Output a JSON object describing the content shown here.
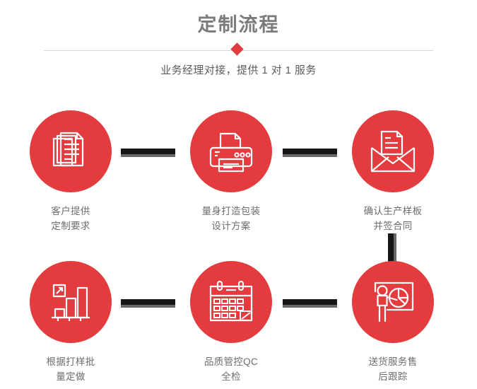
{
  "header": {
    "title": "定制流程",
    "subtitle": "业务经理对接，提供 1 对 1 服务",
    "accent_color": "#e33b3e",
    "title_color": "#7b7b7b",
    "divider_color": "#d8d8d8",
    "diamond_icon": "diamond-marker"
  },
  "flow": {
    "connector_color": "#161616",
    "connector_shadow_color": "#676767",
    "circle_color": "#e33b3e",
    "label_color": "#6d6d6d",
    "steps": [
      {
        "id": "step-1",
        "icon": "documents-icon",
        "label": "客户提供\n定制要求"
      },
      {
        "id": "step-2",
        "icon": "printer-icon",
        "label": "量身打造包装\n设计方案"
      },
      {
        "id": "step-3",
        "icon": "envelope-mail-icon",
        "label": "确认生产样板\n并签合同"
      },
      {
        "id": "step-4",
        "icon": "bar-chart-growth-icon",
        "label": "根据打样批\n量定做"
      },
      {
        "id": "step-5",
        "icon": "calendar-icon",
        "label": "品质管控QC\n全检"
      },
      {
        "id": "step-6",
        "icon": "presentation-pie-chart-icon",
        "label": "送货服务售\n后跟踪"
      }
    ]
  }
}
